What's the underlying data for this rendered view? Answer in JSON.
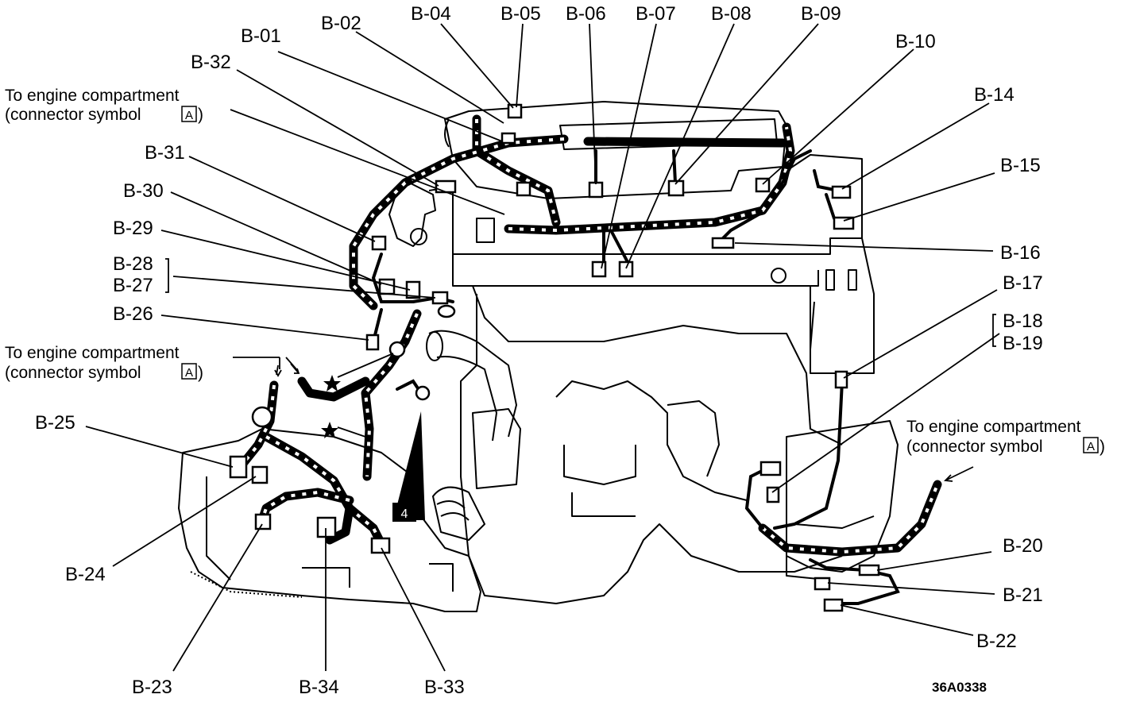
{
  "diagram": {
    "code": "36A0338",
    "step_number": "4",
    "notes": [
      {
        "line1": "To engine compartment",
        "line2_prefix": "(connector symbol ",
        "symbol": "A",
        "line2_suffix": ")"
      },
      {
        "line1": "To engine compartment",
        "line2_prefix": "(connector symbol ",
        "symbol": "A",
        "line2_suffix": ")"
      },
      {
        "line1": "To engine compartment",
        "line2_prefix": "(connector symbol ",
        "symbol": "A",
        "line2_suffix": ")"
      }
    ],
    "labels": {
      "b01": "B-01",
      "b02": "B-02",
      "b04": "B-04",
      "b05": "B-05",
      "b06": "B-06",
      "b07": "B-07",
      "b08": "B-08",
      "b09": "B-09",
      "b10": "B-10",
      "b14": "B-14",
      "b15": "B-15",
      "b16": "B-16",
      "b17": "B-17",
      "b18": "B-18",
      "b19": "B-19",
      "b20": "B-20",
      "b21": "B-21",
      "b22": "B-22",
      "b23": "B-23",
      "b24": "B-24",
      "b25": "B-25",
      "b26": "B-26",
      "b27": "B-27",
      "b28": "B-28",
      "b29": "B-29",
      "b30": "B-30",
      "b31": "B-31",
      "b32": "B-32",
      "b33": "B-33",
      "b34": "B-34"
    }
  }
}
